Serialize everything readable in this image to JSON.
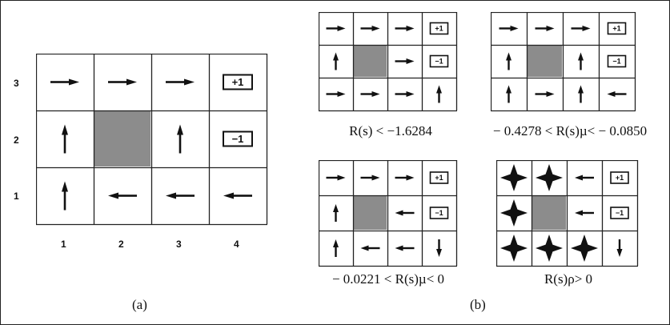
{
  "colors": {
    "wall": "#8c8c8c",
    "line": "#222222",
    "arrow": "#111111",
    "background": "#ffffff"
  },
  "terminal_labels": {
    "positive": "+1",
    "negative": "−1"
  },
  "main_grid": {
    "x_labels": [
      "1",
      "2",
      "3",
      "4"
    ],
    "y_labels": [
      "3",
      "2",
      "1"
    ],
    "rows": [
      [
        "right-arrow",
        "right-arrow",
        "right-arrow",
        "plus-one-box"
      ],
      [
        "up-arrow",
        "wall",
        "up-arrow",
        "minus-one-box"
      ],
      [
        "up-arrow",
        "left-arrow",
        "left-arrow",
        "left-arrow"
      ]
    ]
  },
  "small_grids": [
    {
      "caption": "R(s) < −1.6284",
      "rows": [
        [
          "right-arrow",
          "right-arrow",
          "right-arrow",
          "plus-one-box"
        ],
        [
          "up-arrow",
          "wall",
          "right-arrow",
          "minus-one-box"
        ],
        [
          "right-arrow",
          "right-arrow",
          "right-arrow",
          "up-arrow"
        ]
      ]
    },
    {
      "caption": "− 0.4278 < R(s)µ< − 0.0850",
      "rows": [
        [
          "right-arrow",
          "right-arrow",
          "right-arrow",
          "plus-one-box"
        ],
        [
          "up-arrow",
          "wall",
          "up-arrow",
          "minus-one-box"
        ],
        [
          "up-arrow",
          "right-arrow",
          "up-arrow",
          "left-arrow"
        ]
      ]
    },
    {
      "caption": "− 0.0221 < R(s)µ< 0",
      "rows": [
        [
          "right-arrow",
          "right-arrow",
          "right-arrow",
          "plus-one-box"
        ],
        [
          "up-arrow",
          "wall",
          "left-arrow",
          "minus-one-box"
        ],
        [
          "up-arrow",
          "left-arrow",
          "left-arrow",
          "down-arrow"
        ]
      ]
    },
    {
      "caption": "R(s)ρ> 0",
      "rows": [
        [
          "four-way-star",
          "four-way-star",
          "left-arrow",
          "plus-one-box"
        ],
        [
          "four-way-star",
          "wall",
          "left-arrow",
          "minus-one-box"
        ],
        [
          "four-way-star",
          "four-way-star",
          "four-way-star",
          "down-arrow"
        ]
      ]
    }
  ],
  "panel_labels": {
    "a": "(a)",
    "b": "(b)"
  }
}
